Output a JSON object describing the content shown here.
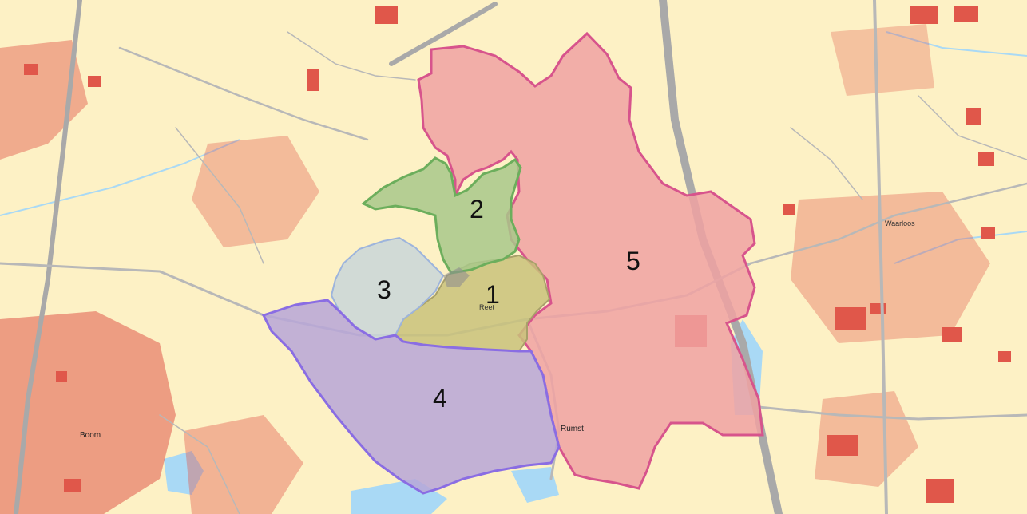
{
  "colors": {
    "land": "#fdf1c5",
    "building": "#e0574a",
    "road_main": "#a9a9a9",
    "road_minor": "#b8b8b8",
    "water": "#a9d9f5",
    "zone1_fill": "#c9c27a",
    "zone1_stroke": "#a8a06a",
    "zone2_fill": "#a8c88a",
    "zone2_stroke": "#6cae5c",
    "zone3_fill": "#c9d6d8",
    "zone3_stroke": "#9db4dc",
    "zone4_fill": "#b7a6d7",
    "zone4_stroke": "#8a6de3",
    "zone5_fill": "#f0a2a2",
    "zone5_stroke": "#d7548c"
  },
  "zones": [
    {
      "id": "zone-1",
      "label": "1"
    },
    {
      "id": "zone-2",
      "label": "2"
    },
    {
      "id": "zone-3",
      "label": "3"
    },
    {
      "id": "zone-4",
      "label": "4"
    },
    {
      "id": "zone-5",
      "label": "5"
    }
  ],
  "places": {
    "boom": "Boom",
    "rumst": "Rumst",
    "waarloos": "Waarloos",
    "reet": "Reet"
  }
}
